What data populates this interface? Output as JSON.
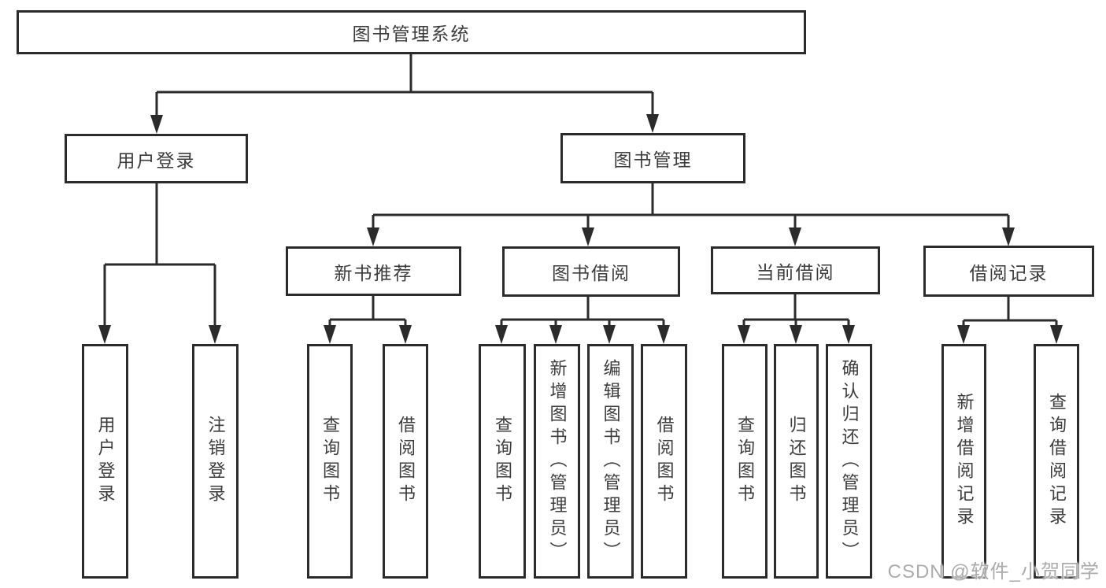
{
  "tree": {
    "root": {
      "label": "图书管理系统"
    },
    "branches": [
      {
        "label": "用户登录",
        "children": [
          "用户登录",
          "注销登录"
        ]
      },
      {
        "label": "图书管理"
      }
    ],
    "modules": [
      {
        "label": "新书推荐",
        "children": [
          "查询图书",
          "借阅图书"
        ]
      },
      {
        "label": "图书借阅",
        "children": [
          "查询图书",
          "新增图书（管理员）",
          "编辑图书（管理员）",
          "借阅图书"
        ]
      },
      {
        "label": "当前借阅",
        "children": [
          "查询图书",
          "归还图书",
          "确认归还（管理员）"
        ]
      },
      {
        "label": "借阅记录",
        "children": [
          "新增借阅记录",
          "查询借阅记录"
        ]
      }
    ]
  },
  "watermark": {
    "text": "CSDN @软件_小贺同学"
  },
  "colors": {
    "line": "#2b2b2b",
    "text": "#3c3c3c",
    "watermark": "#ababab",
    "background": "#ffffff"
  }
}
